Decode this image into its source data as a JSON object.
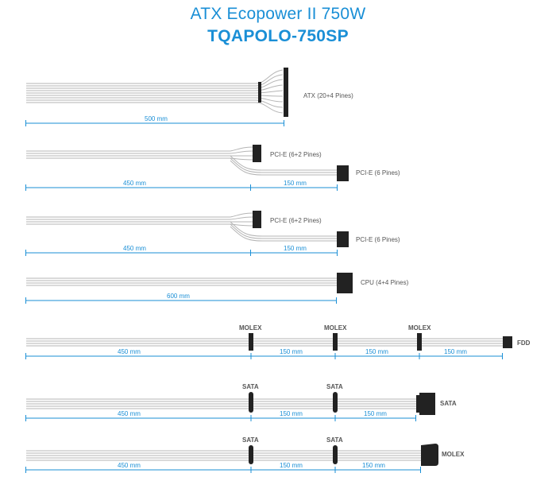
{
  "header": {
    "title": "ATX Ecopower II 750W",
    "model": "TQAPOLO-750SP"
  },
  "colors": {
    "accent": "#1a8fd6",
    "wire": "#b5b5b5",
    "connector": "#222222",
    "label": "#555555"
  },
  "cables": {
    "atx": {
      "connector": "ATX (20+4 Pines)",
      "length": "500 mm"
    },
    "pcie1": {
      "connector1": "PCI-E (6+2 Pines)",
      "connector2": "PCI-E (6 Pines)",
      "length1": "450 mm",
      "length2": "150 mm"
    },
    "pcie2": {
      "connector1": "PCI-E (6+2 Pines)",
      "connector2": "PCI-E (6 Pines)",
      "length1": "450 mm",
      "length2": "150 mm"
    },
    "cpu": {
      "connector": "CPU (4+4 Pines)",
      "length": "600 mm"
    },
    "molex": {
      "labels": [
        "MOLEX",
        "MOLEX",
        "MOLEX"
      ],
      "end_label": "FDD",
      "lengths": [
        "450 mm",
        "150 mm",
        "150 mm",
        "150 mm"
      ]
    },
    "sata1": {
      "labels": [
        "SATA",
        "SATA"
      ],
      "end_label": "SATA",
      "lengths": [
        "450 mm",
        "150 mm",
        "150 mm"
      ]
    },
    "sata2": {
      "labels": [
        "SATA",
        "SATA"
      ],
      "end_label": "MOLEX",
      "lengths": [
        "450 mm",
        "150 mm",
        "150 mm"
      ]
    }
  }
}
